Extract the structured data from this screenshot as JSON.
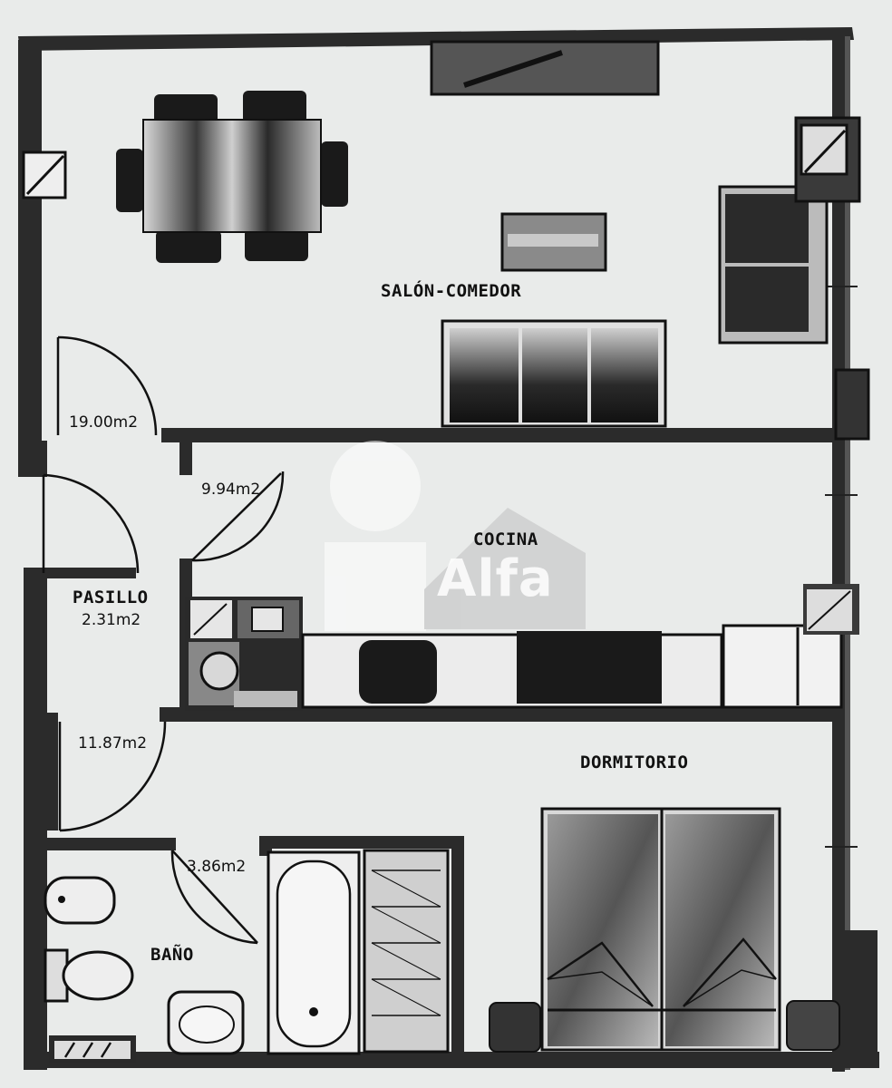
{
  "rooms": {
    "salon": {
      "name": "SALÓN-COMEDOR",
      "area": "19.00m2"
    },
    "cocina": {
      "name": "COCINA",
      "area": "9.94m2"
    },
    "pasillo": {
      "name": "PASILLO",
      "area": "2.31m2"
    },
    "dormitorio": {
      "name": "DORMITORIO",
      "area": "11.87m2"
    },
    "bano": {
      "name": "BAÑO",
      "area": "3.86m2"
    }
  },
  "watermark": {
    "text": "Alfa"
  },
  "colors": {
    "background": "#e9ebea",
    "wall": "#2b2b2b",
    "furniture_dark": "#1a1a1a",
    "furniture_mid": "#6b6b6b"
  }
}
